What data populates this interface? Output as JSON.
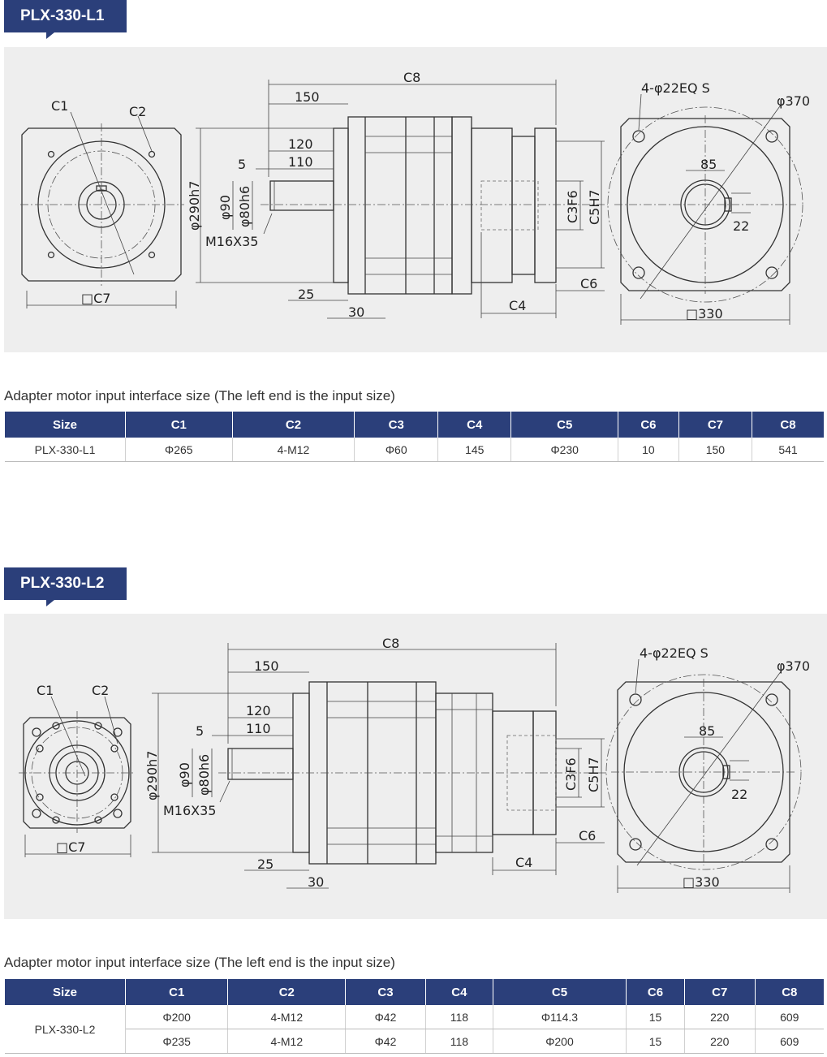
{
  "sections": [
    {
      "model": "PLX-330-L1",
      "caption": "Adapter motor input interface size (The left end is the input size)",
      "drawing": {
        "left_view": {
          "c1": "C1",
          "c2": "C2",
          "c7": "□C7"
        },
        "side_view": {
          "c8": "C8",
          "d150": "150",
          "d120": "120",
          "d110": "110",
          "d5": "5",
          "d290": "φ290h7",
          "d90": "φ90",
          "d80": "φ80h6",
          "thread": "M16X35",
          "d25": "25",
          "d30": "30",
          "c4": "C4",
          "c6": "C6",
          "c3": "C3F6",
          "c5": "C5H7"
        },
        "right_view": {
          "holes": "4-φ22EQ S",
          "pcd": "φ370",
          "key": "85",
          "keyw": "22",
          "square": "□330"
        }
      },
      "table": {
        "headers": [
          "Size",
          "C1",
          "C2",
          "C3",
          "C4",
          "C5",
          "C6",
          "C7",
          "C8"
        ],
        "size_label": "PLX-330-L1",
        "rows": [
          [
            "Φ265",
            "4-M12",
            "Φ60",
            "145",
            "Φ230",
            "10",
            "150",
            "541"
          ]
        ]
      }
    },
    {
      "model": "PLX-330-L2",
      "caption": "Adapter motor input interface size (The left end is the input size)",
      "drawing": {
        "left_view": {
          "c1": "C1",
          "c2": "C2",
          "c7": "□C7"
        },
        "side_view": {
          "c8": "C8",
          "d150": "150",
          "d120": "120",
          "d110": "110",
          "d5": "5",
          "d290": "φ290h7",
          "d90": "φ90",
          "d80": "φ80h6",
          "thread": "M16X35",
          "d25": "25",
          "d30": "30",
          "c4": "C4",
          "c6": "C6",
          "c3": "C3F6",
          "c5": "C5H7"
        },
        "right_view": {
          "holes": "4-φ22EQ S",
          "pcd": "φ370",
          "key": "85",
          "keyw": "22",
          "square": "□330"
        }
      },
      "table": {
        "headers": [
          "Size",
          "C1",
          "C2",
          "C3",
          "C4",
          "C5",
          "C6",
          "C7",
          "C8"
        ],
        "size_label": "PLX-330-L2",
        "rows": [
          [
            "Φ200",
            "4-M12",
            "Φ42",
            "118",
            "Φ114.3",
            "15",
            "220",
            "609"
          ],
          [
            "Φ235",
            "4-M12",
            "Φ42",
            "118",
            "Φ200",
            "15",
            "220",
            "609"
          ]
        ]
      }
    }
  ]
}
